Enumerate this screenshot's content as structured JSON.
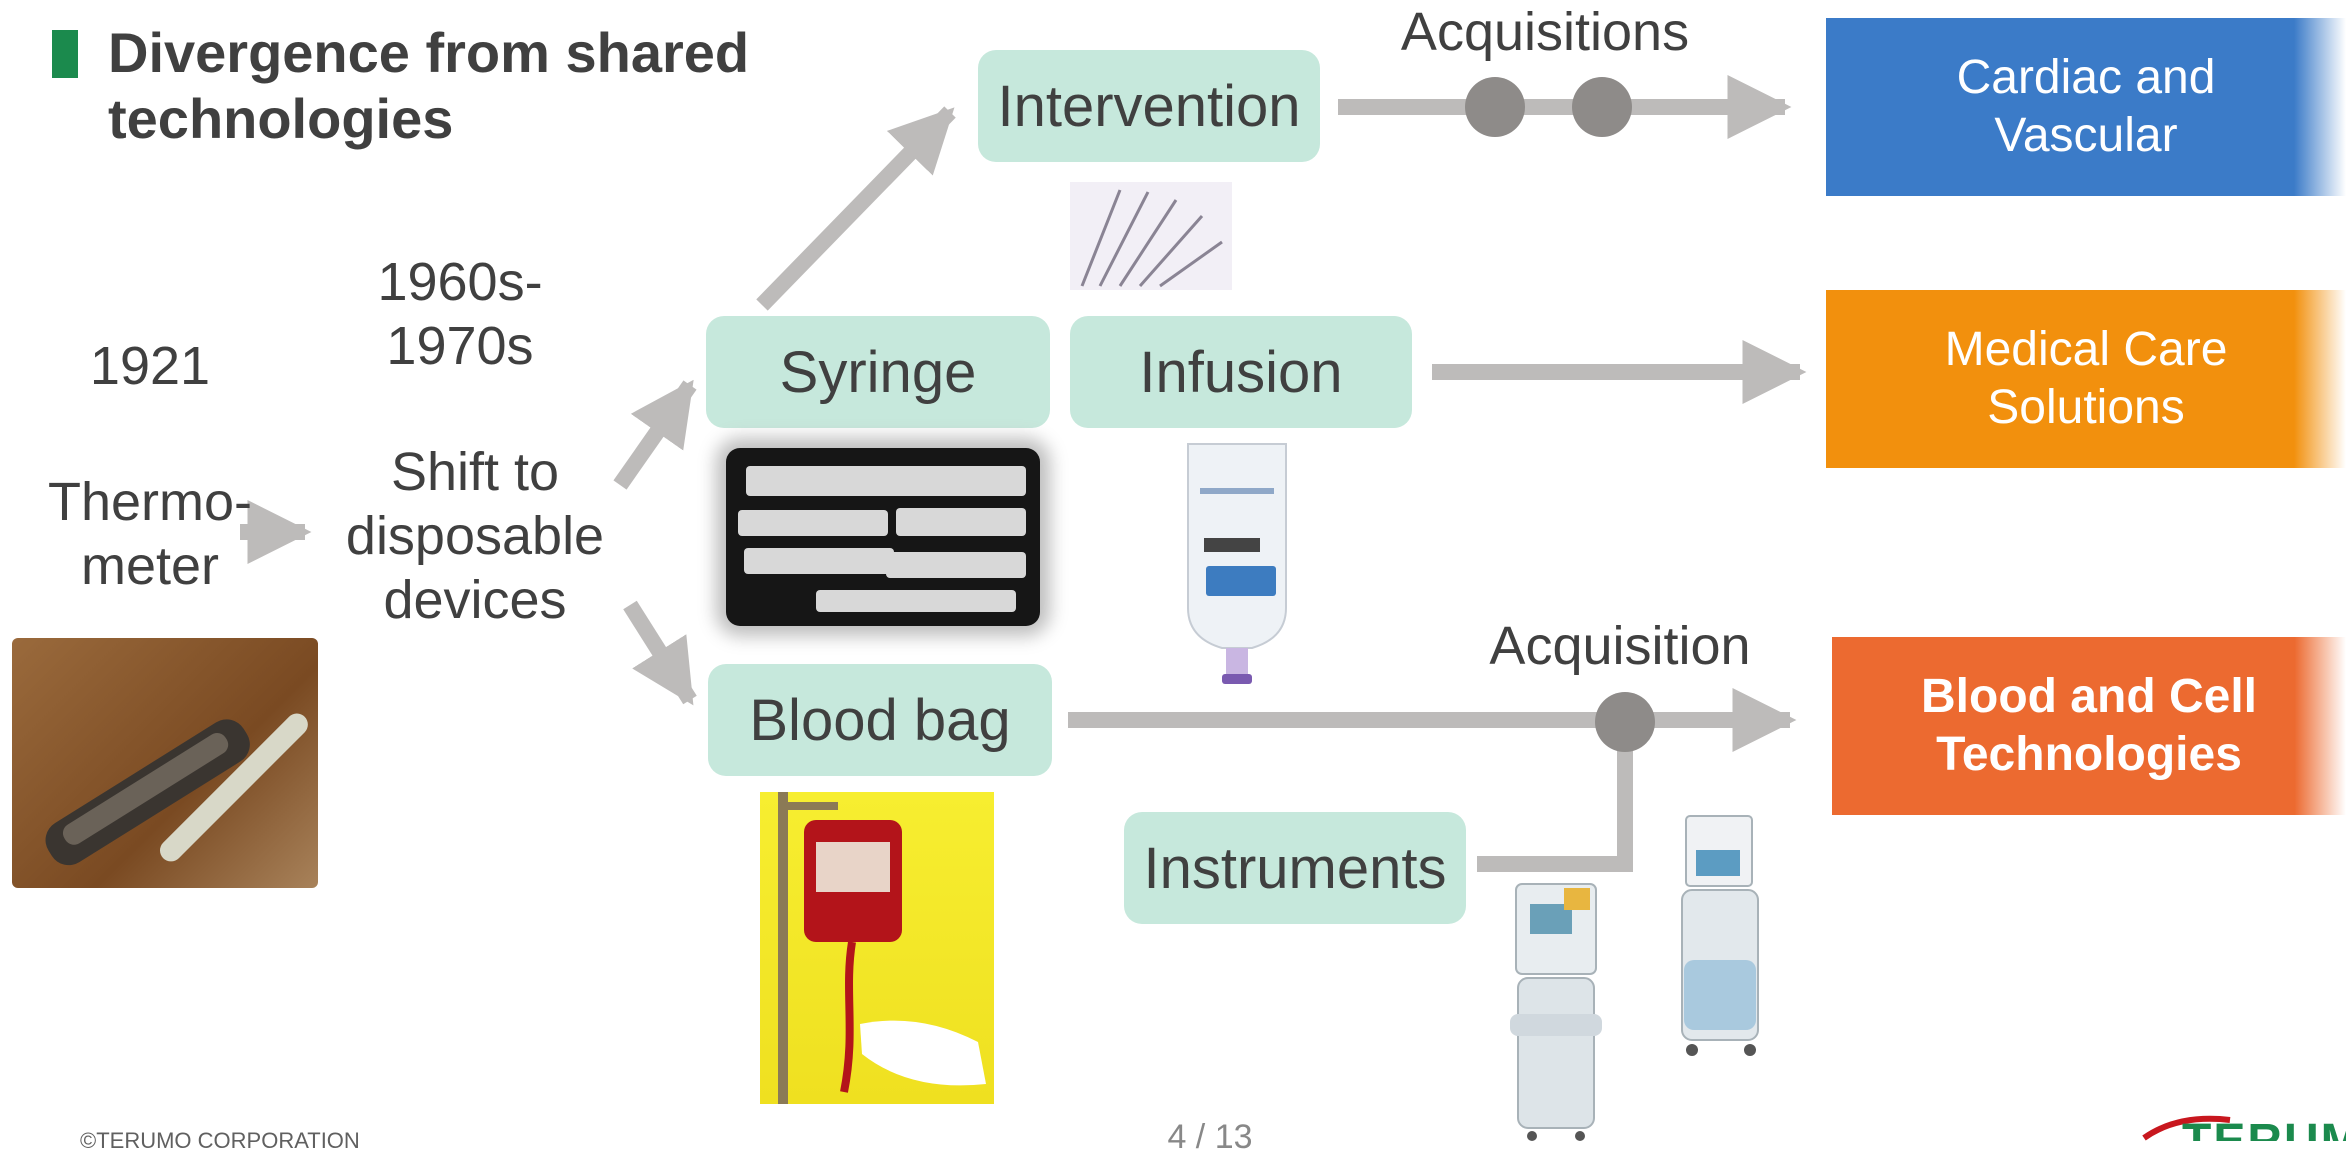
{
  "slide": {
    "title": "Divergence from shared technologies",
    "page_number": "4 / 13",
    "copyright": "©TERUMO CORPORATION",
    "logo_text": "TERUMO"
  },
  "timeline": {
    "year_1921": "1921",
    "thermometer": "Thermo-\nmeter",
    "years_1960s": "1960s-\n1970s",
    "shift": "Shift to\ndisposable\ndevices"
  },
  "nodes": {
    "intervention": "Intervention",
    "syringe": "Syringe",
    "infusion": "Infusion",
    "blood_bag": "Blood bag",
    "instruments": "Instruments"
  },
  "annotations": {
    "acquisitions": "Acquisitions",
    "acquisition": "Acquisition"
  },
  "outcomes": {
    "cardiac": "Cardiac and\nVascular",
    "medical": "Medical Care\nSolutions",
    "blood_cell": "Blood and Cell\nTechnologies"
  },
  "colors": {
    "title_marker": "#1b8a4d",
    "node_fill": "#c6e8dc",
    "arrow": "#bdbbba",
    "acquisition_dot": "#8e8b89",
    "cardiac": "#3b7bc8",
    "medical": "#f2900d",
    "blood_cell": "#ec6a30",
    "logo": "#1b8a4d"
  },
  "icons": {
    "thermometer_photo": "thermometer-photo",
    "syringe_photo": "syringe-photo",
    "infusion_photo": "infusion-bag-photo",
    "blood_bag_photo": "blood-bag-photo",
    "catheter_photo": "catheter-photo",
    "instrument_photos": "apheresis-machine-photo"
  }
}
